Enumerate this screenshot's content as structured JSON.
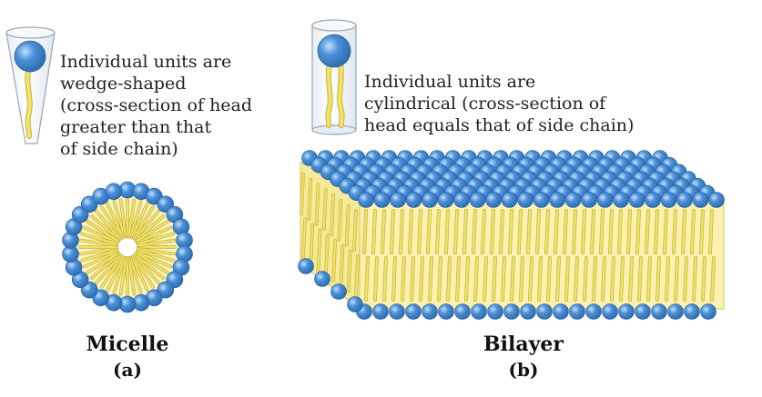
{
  "panel_a": {
    "description": "Individual units are\nwedge-shaped\n(cross-section of head\ngreater than that\nof side chain)",
    "title": "Micelle",
    "label": "(a)"
  },
  "panel_b": {
    "description": "Individual units are\ncylindrical (cross-section of\nhead equals that of side chain)",
    "title": "Bilayer",
    "label": "(b)"
  },
  "colors": {
    "head": "#4a8fd6",
    "head_dark": "#2f6fb4",
    "tail": "#f1e26a",
    "tail_edge": "#c9b43a",
    "core": "#fbf4c8"
  }
}
